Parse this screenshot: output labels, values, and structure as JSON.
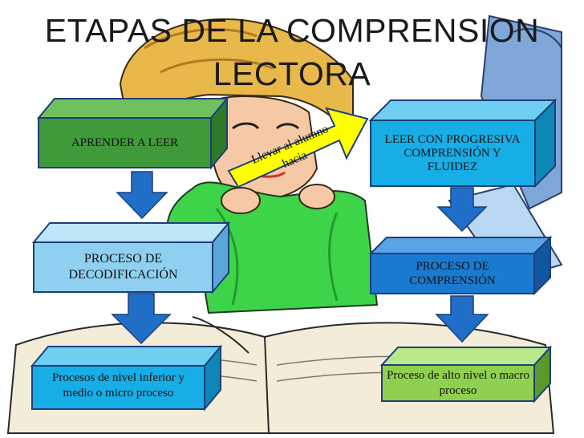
{
  "title": {
    "line1": "ETAPAS DE LA COMPRENSION",
    "line2": "LECTORA"
  },
  "colors": {
    "green": "#3f9a3a",
    "light_blue": "#8fd0f0",
    "cyan": "#17aee8",
    "mid_blue": "#1a7ad0",
    "lime": "#8fd14f",
    "yellow": "#ffff00",
    "arrow_blue": "#1f6fc8"
  },
  "left_column": {
    "box1": "APRENDER A LEER",
    "box2": "PROCESO DE DECODIFICACIÓN",
    "box3": "Procesos de nivel inferior y medio o micro proceso"
  },
  "right_column": {
    "box1": "LEER CON PROGRESIVA COMPRENSIÓN Y FLUIDEZ",
    "box2": "PROCESO DE COMPRENSIÓN",
    "box3": "Proceso de alto nivel o macro proceso"
  },
  "connector": {
    "text": "Llevar al alumno hacia"
  }
}
